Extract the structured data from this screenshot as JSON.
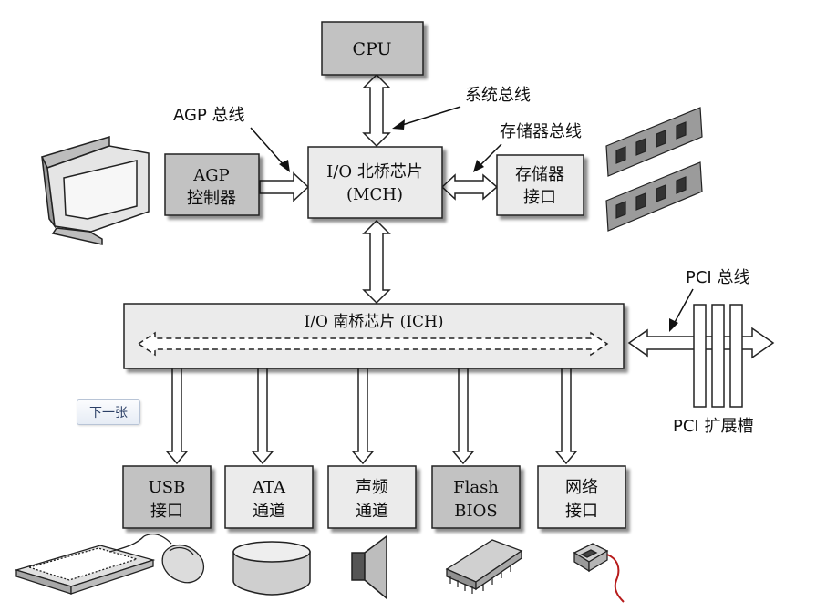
{
  "boxes": {
    "cpu": "CPU",
    "north_bridge": [
      "I/O 北桥芯片",
      "(MCH)"
    ],
    "agp_controller": [
      "AGP",
      "控制器"
    ],
    "memory_interface": [
      "存储器",
      "接口"
    ],
    "south_bridge": "I/O 南桥芯片 (ICH)",
    "usb": [
      "USB",
      "接口"
    ],
    "ata": [
      "ATA",
      "通道"
    ],
    "audio": [
      "声频",
      "通道"
    ],
    "flash": [
      "Flash",
      "BIOS"
    ],
    "network": [
      "网络",
      "接口"
    ]
  },
  "labels": {
    "system_bus": "系统总线",
    "agp_bus": "AGP 总线",
    "memory_bus": "存储器总线",
    "pci_bus": "PCI 总线",
    "pci_slots": "PCI 扩展槽"
  },
  "next_button": "下一张",
  "icons": [
    "monitor-icon",
    "memory-module-icon",
    "keyboard-icon",
    "mouse-icon",
    "disk-icon",
    "speaker-icon",
    "chip-icon",
    "network-plug-icon"
  ],
  "colors": {
    "dark_box": "#c2c2c2",
    "light_box": "#ebebeb",
    "border": "#222222"
  }
}
